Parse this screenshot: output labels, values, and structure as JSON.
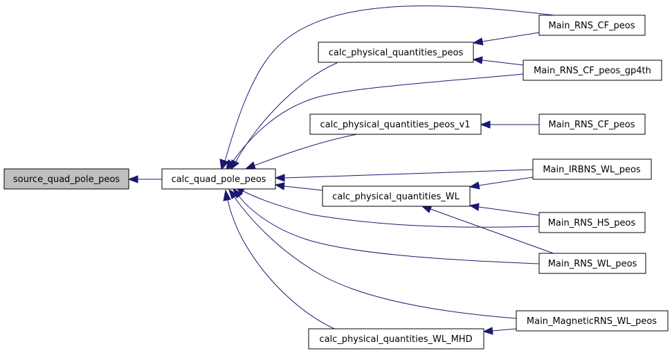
{
  "nodes": {
    "source_quad_pole_peos": "source_quad_pole_peos",
    "calc_quad_pole_peos": "calc_quad_pole_peos",
    "calc_physical_quantities_peos": "calc_physical_quantities_peos",
    "calc_physical_quantities_peos_v1": "calc_physical_quantities_peos_v1",
    "calc_physical_quantities_WL": "calc_physical_quantities_WL",
    "calc_physical_quantities_WL_MHD": "calc_physical_quantities_WL_MHD",
    "Main_RNS_CF_peos_top": "Main_RNS_CF_peos",
    "Main_RNS_CF_peos_gp4th": "Main_RNS_CF_peos_gp4th",
    "Main_RNS_CF_peos_mid": "Main_RNS_CF_peos",
    "Main_IRBNS_WL_peos": "Main_IRBNS_WL_peos",
    "Main_RNS_HS_peos": "Main_RNS_HS_peos",
    "Main_RNS_WL_peos": "Main_RNS_WL_peos",
    "Main_MagneticRNS_WL_peos": "Main_MagneticRNS_WL_peos"
  },
  "colors": {
    "edge": "#191970",
    "root_fill": "#bfbfbf",
    "node_fill": "#ffffff",
    "node_border": "#000000"
  }
}
